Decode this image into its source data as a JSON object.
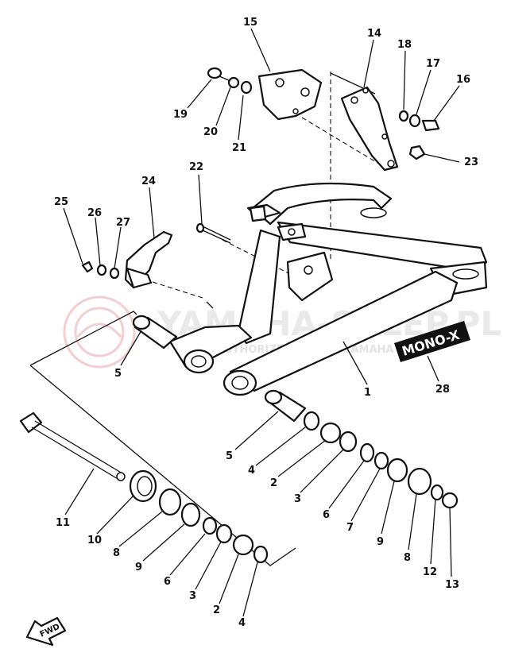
{
  "diagram": {
    "callouts": [
      {
        "id": "c15",
        "text": "15"
      },
      {
        "id": "c14",
        "text": "14"
      },
      {
        "id": "c18",
        "text": "18"
      },
      {
        "id": "c17",
        "text": "17"
      },
      {
        "id": "c16",
        "text": "16"
      },
      {
        "id": "c19",
        "text": "19"
      },
      {
        "id": "c20",
        "text": "20"
      },
      {
        "id": "c21",
        "text": "21"
      },
      {
        "id": "c23",
        "text": "23"
      },
      {
        "id": "c22",
        "text": "22"
      },
      {
        "id": "c24",
        "text": "24"
      },
      {
        "id": "c25",
        "text": "25"
      },
      {
        "id": "c26",
        "text": "26"
      },
      {
        "id": "c27",
        "text": "27"
      },
      {
        "id": "c5a",
        "text": "5"
      },
      {
        "id": "c1",
        "text": "1"
      },
      {
        "id": "c28",
        "text": "28"
      },
      {
        "id": "c5b",
        "text": "5"
      },
      {
        "id": "c4a",
        "text": "4"
      },
      {
        "id": "c2a",
        "text": "2"
      },
      {
        "id": "c3a",
        "text": "3"
      },
      {
        "id": "c6a",
        "text": "6"
      },
      {
        "id": "c7",
        "text": "7"
      },
      {
        "id": "c9a",
        "text": "9"
      },
      {
        "id": "c8a",
        "text": "8"
      },
      {
        "id": "c12",
        "text": "12"
      },
      {
        "id": "c13",
        "text": "13"
      },
      {
        "id": "c11",
        "text": "11"
      },
      {
        "id": "c10",
        "text": "10"
      },
      {
        "id": "c8b",
        "text": "8"
      },
      {
        "id": "c9b",
        "text": "9"
      },
      {
        "id": "c6b",
        "text": "6"
      },
      {
        "id": "c3b",
        "text": "3"
      },
      {
        "id": "c2b",
        "text": "2"
      },
      {
        "id": "c4b",
        "text": "4"
      }
    ],
    "decal_text": "MONO-X",
    "fwd_text": "FWD",
    "watermark": {
      "main": "YAMAHA-SKLEP.PL",
      "sub": "VOLT AUTHORIZED DEALER YAMAHA"
    },
    "colors": {
      "line": "#111111",
      "watermark_logo": "#e9a6ab",
      "watermark_text": "#dcdcdc"
    }
  }
}
